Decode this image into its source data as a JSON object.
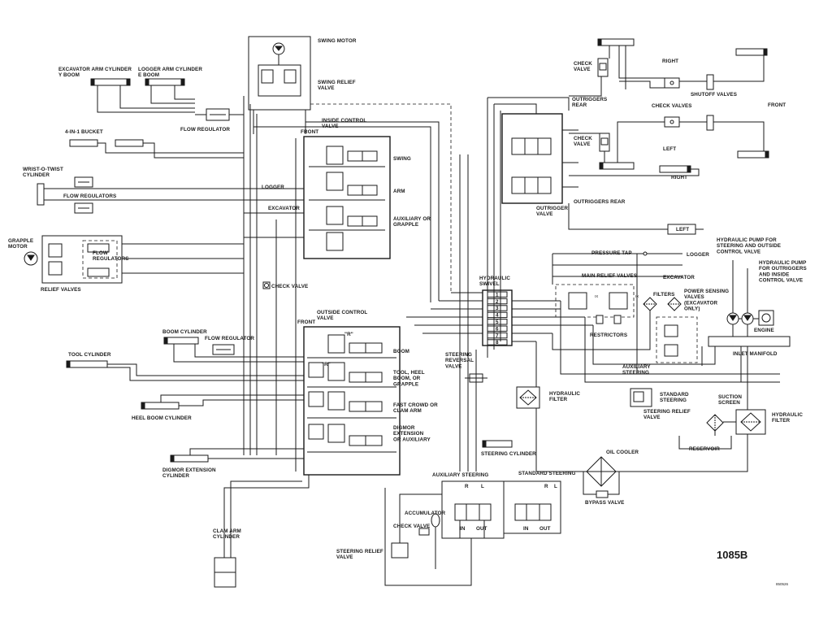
{
  "labels": {
    "swing_motor": "SWING MOTOR",
    "swing_relief_valve": "SWING RELIEF\nVALVE",
    "excavator_arm_cylinder": "EXCAVATOR ARM CYLINDER\nY BOOM",
    "logger_arm_cylinder": "LOGGER ARM CYLINDER\nE BOOM",
    "flow_regulator_top": "FLOW REGULATOR",
    "four_in_one_bucket": "4-IN-1 BUCKET",
    "wrist_o_twist": "WRIST-O-TWIST\nCYLINDER",
    "flow_regulators_left": "FLOW REGULATORS",
    "grapple_motor": "GRAPPLE\nMOTOR",
    "flow_regulators_small": "FLOW\nREGULATORS",
    "relief_valves": "RELIEF VALVES",
    "inside_control_valve": "INSIDE CONTROL\nVALVE",
    "front_inside": "FRONT",
    "swing": "SWING",
    "arm": "ARM",
    "auxiliary_or_grapple": "AUXILIARY OR\nGRAPPLE",
    "logger": "LOGGER",
    "excavator": "EXCAVATOR",
    "check_valve_mid": "CHECK VALVE",
    "outside_control_valve": "OUTSIDE CONTROL\nVALVE",
    "front_outside": "FRONT",
    "boom_cylinder": "BOOM CYLINDER",
    "flow_regulator_mid": "FLOW REGULATOR",
    "tool_cylinder": "TOOL CYLINDER",
    "boom": "BOOM",
    "tool_heel_boom": "TOOL, HEEL\nBOOM, OR\nGRAPPLE",
    "fast_crowd": "FAST CROWD OR\nCLAM ARM",
    "heel_boom_cylinder": "HEEL BOOM CYLINDER",
    "digmor": "DIGMOR\nEXTENSION\nOR AUXILIARY",
    "digmor_ext_cyl": "DIGMOR EXTENSION\nCYLINDER",
    "clam_arm_cylinder": "CLAM ARM\nCYLINDER",
    "steering_reversal_valve": "STEERING\nREVERSAL\nVALVE",
    "hydraulic_swivel": "HYDRAULIC\nSWIVEL",
    "steering_cylinder": "STEERING CYLINDER",
    "auxiliary_steering_bottom": "AUXILIARY STEERING",
    "standard_steering_bottom": "STANDARD STEERING",
    "accumulator": "ACCUMULATOR",
    "check_valve_bottom": "CHECK VALVE",
    "steering_relief_valve_bottom": "STEERING RELIEF\nVALVE",
    "check_valve_tr1": "CHECK\nVALVE",
    "check_valve_tr2": "CHECK\nVALVE",
    "right_top": "RIGHT",
    "outriggers_rear_top": "OUTRIGGERS\nREAR",
    "check_valves": "CHECK VALVES",
    "shutoff_valves": "SHUTOFF VALVES",
    "front_right": "FRONT",
    "left_top": "LEFT",
    "right_mid": "RIGHT",
    "outriggers_rear_mid": "OUTRIGGERS REAR",
    "outrigger_valve": "OUTRIGGER\nVALVE",
    "left_box": "LEFT",
    "pressure_tap": "PRESSURE TAP",
    "logger_right": "LOGGER",
    "excavator_right": "EXCAVATOR",
    "main_relief_valves": "MAIN RELIEF VALVES",
    "filters": "FILTERS",
    "power_sensing": "POWER SENSING\nVALVES\n(EXCAVATOR\nONLY)",
    "hyd_pump_steering": "HYDRAULIC PUMP FOR\nSTEERING AND OUTSIDE\nCONTROL VALVE",
    "hyd_pump_outriggers": "HYDRAULIC PUMP\nFOR OUTRIGGERS\nAND INSIDE\nCONTROL VALVE",
    "restrictors": "RESTRICTORS",
    "engine": "ENGINE",
    "inlet_manifold": "INLET MANIFOLD",
    "auxiliary_steering_right": "AUXILIARY\nSTEERING",
    "standard_steering_right": "STANDARD\nSTEERING",
    "hydraulic_filter_left": "HYDRAULIC\nFILTER",
    "steering_relief_valve_right": "STEERING RELIEF\nVALVE",
    "suction_screen": "SUCTION\nSCREEN",
    "hydraulic_filter_right": "HYDRAULIC\nFILTER",
    "reservoir": "RESERVOIR",
    "oil_cooler": "OIL COOLER",
    "bypass_valve": "BYPASS VALVE",
    "figure_number": "1085B",
    "small_code": "850526",
    "ix1": "IX",
    "ix2": "IX",
    "r_a": "\"R\"",
    "r_b": "\"R\"",
    "in_left": "IN",
    "out_left": "OUT",
    "in_right": "IN",
    "out_right": "OUT",
    "r_left": "R",
    "l_left": "L",
    "r_right": "R",
    "l_right": "L"
  },
  "swivel_ports": [
    "1",
    "2",
    "3",
    "4",
    "5",
    "6",
    "7",
    "8"
  ]
}
